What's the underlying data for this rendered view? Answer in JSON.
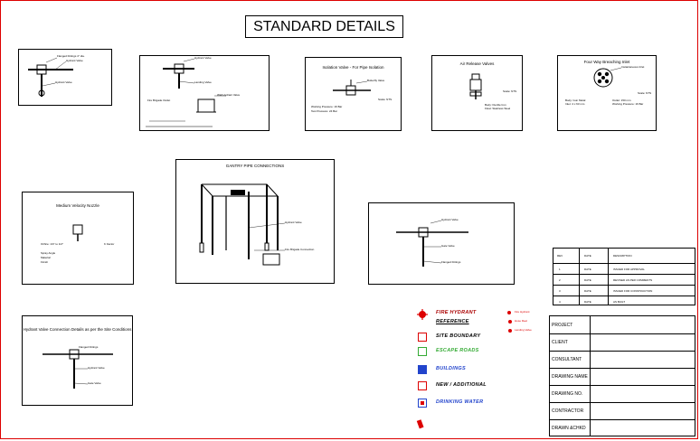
{
  "title": "STANDARD DETAILS",
  "colors": {
    "border": "#dd0000",
    "hydrant": "#dd0000",
    "site_boundary": "#dd0000",
    "escape_roads": "#33aa33",
    "buildings": "#2244cc",
    "new_additional": "#dd0000",
    "drinking_water": "#2244cc"
  },
  "panels": {
    "p1": {
      "notes": [
        "Flanged Fittings 4\" dia.",
        "Hydrant Valve",
        "Hydrant Valve"
      ]
    },
    "p2": {
      "notes": [
        "Hydrant Valve",
        "Landing Valve",
        "Wall Hydrant Valve",
        "Fire Brigade Outlet"
      ]
    },
    "p3": {
      "title": "Isolation Valve - For Pipe Isolation",
      "notes": [
        "Butterfly Valve",
        "Scale: NTS",
        "Working Pressure: 16 Bar",
        "Test Pressure: 24 Bar"
      ]
    },
    "p4": {
      "title": "Air Release Valves",
      "notes": [
        "Scale: NTS",
        "Body: Ductile Iron",
        "Float: Stainless Steel"
      ]
    },
    "p5": {
      "title": "Four Way Breaching Inlet",
      "notes": [
        "Instantaneous Inlet",
        "Scale: NTS",
        "Body: Gun Metal",
        "Inlet: 4 x 63 mm",
        "Outlet: 150 mm",
        "Working Pressure: 16 Bar"
      ]
    },
    "p6": {
      "title": "GANTRY PIPE CONNECTIONS",
      "notes": [
        "Hydrant Valve",
        "Fire Brigade Connection"
      ]
    },
    "p7": {
      "title": "Medium Velocity Nozzle",
      "notes": [
        "Orifice: 1/4\" to 1/2\"",
        "K Factor",
        "Spray Angle",
        "Material",
        "Finish"
      ]
    },
    "p8": {
      "notes": [
        "Hydrant Valve",
        "Gate Valve",
        "Flanged Fittings"
      ]
    },
    "p9": {
      "title": "Hydrant Valve Connection Details as per the Site Conditions",
      "notes": [
        "Hydrant Valve",
        "Gate Valve",
        "Flanged Fittings"
      ]
    }
  },
  "legend": [
    {
      "key": "hydrant",
      "label": "FIRE HYDRANT"
    },
    {
      "key": "reference",
      "label": "REFERENCE"
    },
    {
      "key": "site_boundary",
      "label": "SITE BOUNDARY"
    },
    {
      "key": "escape_roads",
      "label": "ESCAPE ROADS"
    },
    {
      "key": "buildings",
      "label": "BUILDINGS"
    },
    {
      "key": "new_additional",
      "label": "NEW / ADDITIONAL"
    },
    {
      "key": "drinking_water",
      "label": "DRINKING WATER"
    }
  ],
  "legend_small": [
    "Fire Hydrant",
    "Hose Reel",
    "Landing Valve"
  ],
  "revisions": {
    "headers": [
      "REV",
      "DATE",
      "DESCRIPTION"
    ],
    "rows": [
      {
        "rev": "1",
        "date": "DATE",
        "desc": "ISSUED FOR APPROVAL"
      },
      {
        "rev": "2",
        "date": "DATE",
        "desc": "REVISED AS PER COMMENTS"
      },
      {
        "rev": "3",
        "date": "DATE",
        "desc": "ISSUED FOR CONSTRUCTION"
      },
      {
        "rev": "4",
        "date": "DATE",
        "desc": "AS BUILT"
      }
    ]
  },
  "title_block": [
    {
      "label": "PROJECT"
    },
    {
      "label": "CLIENT"
    },
    {
      "label": "CONSULTANT"
    },
    {
      "label": "DRAWING NAME"
    },
    {
      "label": "DRAWING NO."
    },
    {
      "label": "CONTRACTOR"
    },
    {
      "label": "DRAWN &CHKD"
    }
  ]
}
